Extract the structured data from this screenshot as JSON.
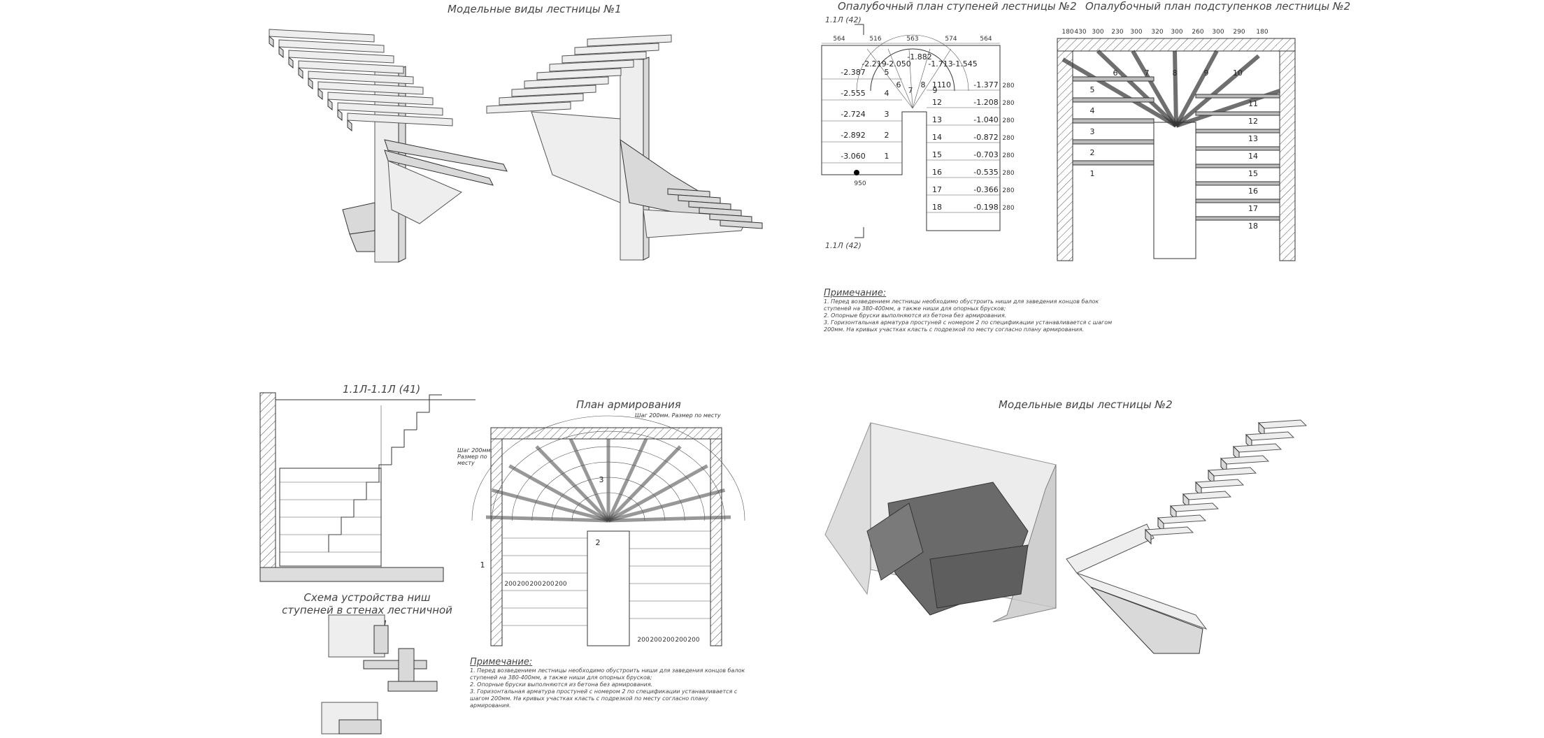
{
  "titles": {
    "model_views_1": "Модельные виды лестницы №1",
    "formwork_steps": "Опалубочный план ступеней лестницы №2",
    "formwork_risers": "Опалубочный план подступенков лестницы №2",
    "section": "1.1Л-1.1Л (41)",
    "niche_scheme": "Схема устройства ниш ступеней в стенах лестничной клетки",
    "reinforcement": "План армирования",
    "model_views_2": "Модельные виды лестницы №2"
  },
  "section_marks": {
    "top": "1.1Л (42)",
    "bottom": "1.1Л (42)"
  },
  "formwork_steps": {
    "top_dims": [
      "564",
      "516",
      "563",
      "574",
      "564"
    ],
    "bottom_dim": "950",
    "left_steps": [
      {
        "n": "5",
        "elev": "-2.387"
      },
      {
        "n": "4",
        "elev": "-2.555"
      },
      {
        "n": "3",
        "elev": "-2.724"
      },
      {
        "n": "2",
        "elev": "-2.892"
      },
      {
        "n": "1",
        "elev": "-3.060"
      }
    ],
    "fan_steps": [
      "6",
      "7",
      "8",
      "9",
      "10"
    ],
    "fan_elevs": [
      "-2.219",
      "-2.050",
      "-1.882",
      "-1.713",
      "-1.545"
    ],
    "right_steps": [
      {
        "n": "11",
        "elev": "-1.377"
      },
      {
        "n": "12",
        "elev": "-1.208"
      },
      {
        "n": "13",
        "elev": "-1.040"
      },
      {
        "n": "14",
        "elev": "-0.872"
      },
      {
        "n": "15",
        "elev": "-0.703"
      },
      {
        "n": "16",
        "elev": "-0.535"
      },
      {
        "n": "17",
        "elev": "-0.366"
      },
      {
        "n": "18",
        "elev": "-0.198"
      }
    ],
    "step_dim": "280"
  },
  "formwork_risers": {
    "top_dims": [
      "180",
      "430",
      "300",
      "230",
      "300",
      "320",
      "300",
      "260",
      "300",
      "290",
      "180"
    ],
    "left_steps": [
      "5",
      "4",
      "3",
      "2",
      "1"
    ],
    "fan_steps": [
      "6",
      "7",
      "8",
      "9",
      "10"
    ],
    "right_steps": [
      "11",
      "12",
      "13",
      "14",
      "15",
      "16",
      "17",
      "18"
    ]
  },
  "reinforcement": {
    "note_top": "Шаг 200мм. Размер по месту",
    "note_left": "Шаг 200мм. Размер по месту",
    "left_dims": [
      "200",
      "200",
      "200",
      "200",
      "200"
    ],
    "bottom_dims": [
      "200",
      "200",
      "200",
      "200",
      "200"
    ],
    "markers": [
      "1",
      "2",
      "3"
    ]
  },
  "notes_top": {
    "head": "Примечание:",
    "lines": [
      "1. Перед возведением лестницы необходимо обустроить ниши для заведения концов балок ступеней на 380-400мм, а также ниши для опорных брусков;",
      "2. Опорные бруски выполняются из бетона без армирования.",
      "3. Горизонтальная арматура простуней с номером 2 по спецификации устанавливается с шагом 200мм. На кривых участках класть с подрезкой по месту согласно плану армирования."
    ]
  },
  "notes_bottom": {
    "head": "Примечание:",
    "lines": [
      "1. Перед возведением лестницы необходимо обустроить ниши для заведения концов балок ступеней на 380-400мм, а также ниши для опорных брусков;",
      "2. Опорные бруски выполняются из бетона без армирования.",
      "3. Горизонтальная арматура простуней с номером 2 по спецификации устанавливается с шагом 200мм. На кривых участках класть с подрезкой по месту согласно плану армирования."
    ]
  }
}
